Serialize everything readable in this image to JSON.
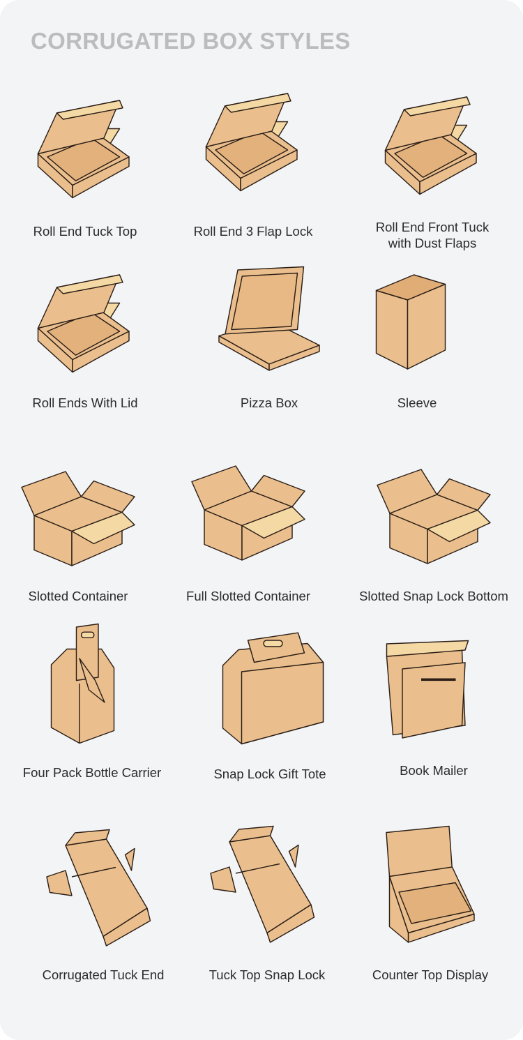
{
  "title": "CORRUGATED BOX STYLES",
  "colors": {
    "box": "#ebbf8d",
    "lid": "#f5d9a5",
    "stroke": "#2a1e17",
    "background": "#f3f4f6",
    "title": "#bbbcbe"
  },
  "items": [
    {
      "label": "Roll End Tuck Top",
      "icon": "roll-end-tuck-top-box-icon",
      "shape": "lidded"
    },
    {
      "label": "Roll End 3 Flap Lock",
      "icon": "roll-end-3-flap-lock-box-icon",
      "shape": "lidded"
    },
    {
      "label": "Roll End Front Tuck\nwith Dust Flaps",
      "icon": "roll-end-front-tuck-box-icon",
      "shape": "lidded"
    },
    {
      "label": "Roll Ends With Lid",
      "icon": "roll-ends-with-lid-box-icon",
      "shape": "lidded"
    },
    {
      "label": "Pizza Box",
      "icon": "pizza-box-icon",
      "shape": "flat"
    },
    {
      "label": "Sleeve",
      "icon": "sleeve-icon",
      "shape": "sleeve"
    },
    {
      "label": "Slotted Container",
      "icon": "slotted-container-icon",
      "shape": "carton"
    },
    {
      "label": "Full Slotted Container",
      "icon": "full-slotted-container-icon",
      "shape": "carton"
    },
    {
      "label": "Slotted Snap Lock Bottom",
      "icon": "slotted-snap-lock-bottom-icon",
      "shape": "carton"
    },
    {
      "label": "Four Pack Bottle Carrier",
      "icon": "four-pack-bottle-carrier-icon",
      "shape": "carrier"
    },
    {
      "label": "Snap Lock Gift Tote",
      "icon": "snap-lock-gift-tote-icon",
      "shape": "tote"
    },
    {
      "label": "Book Mailer",
      "icon": "book-mailer-icon",
      "shape": "mailer"
    },
    {
      "label": "Corrugated Tuck End",
      "icon": "corrugated-tuck-end-icon",
      "shape": "tall"
    },
    {
      "label": "Tuck Top Snap Lock",
      "icon": "tuck-top-snap-lock-icon",
      "shape": "tall"
    },
    {
      "label": "Counter Top Display",
      "icon": "counter-top-display-icon",
      "shape": "display"
    }
  ]
}
